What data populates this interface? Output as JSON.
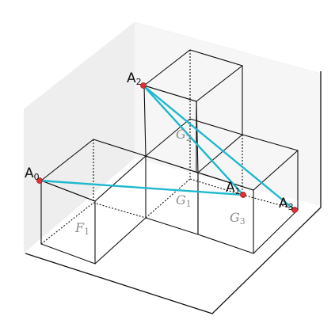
{
  "labels": {
    "A0": {
      "base": "A",
      "sub": "0"
    },
    "A1": {
      "base": "A",
      "sub": "1"
    },
    "A2": {
      "base": "A",
      "sub": "2"
    },
    "A3": {
      "base": "A",
      "sub": "3"
    },
    "F1": {
      "base": "F",
      "sub": "1"
    },
    "G1": {
      "base": "G",
      "sub": "1"
    },
    "G2": {
      "base": "G",
      "sub": "2"
    },
    "G3": {
      "base": "G",
      "sub": "3"
    }
  },
  "colors": {
    "path": "#1fb8cf",
    "point_fill": "#e03030",
    "edge": "#111111",
    "pane_left": "#eeeeee",
    "pane_right": "#f6f6f6",
    "floor": "#ffffff"
  }
}
